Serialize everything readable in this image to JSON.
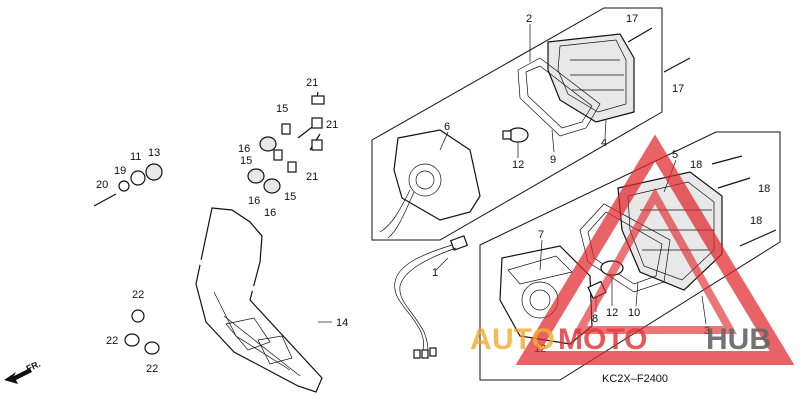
{
  "diagram": {
    "code": "KC2X–F2400",
    "direction_label": "FR.",
    "callouts": [
      "1",
      "2",
      "3",
      "4",
      "5",
      "6",
      "7",
      "8",
      "9",
      "10",
      "11",
      "12",
      "12",
      "12",
      "13",
      "14",
      "15",
      "15",
      "15",
      "16",
      "16",
      "16",
      "17",
      "17",
      "18",
      "18",
      "18",
      "19",
      "20",
      "21",
      "21",
      "21",
      "22",
      "22",
      "22"
    ]
  },
  "watermark": {
    "text_a": "A",
    "text_uto": "UTO",
    "text_moto": "MOTO",
    "text_hub": "HUB",
    "color_red": "#e0262a",
    "color_orange": "#f4a51c",
    "color_gray": "#555555"
  }
}
